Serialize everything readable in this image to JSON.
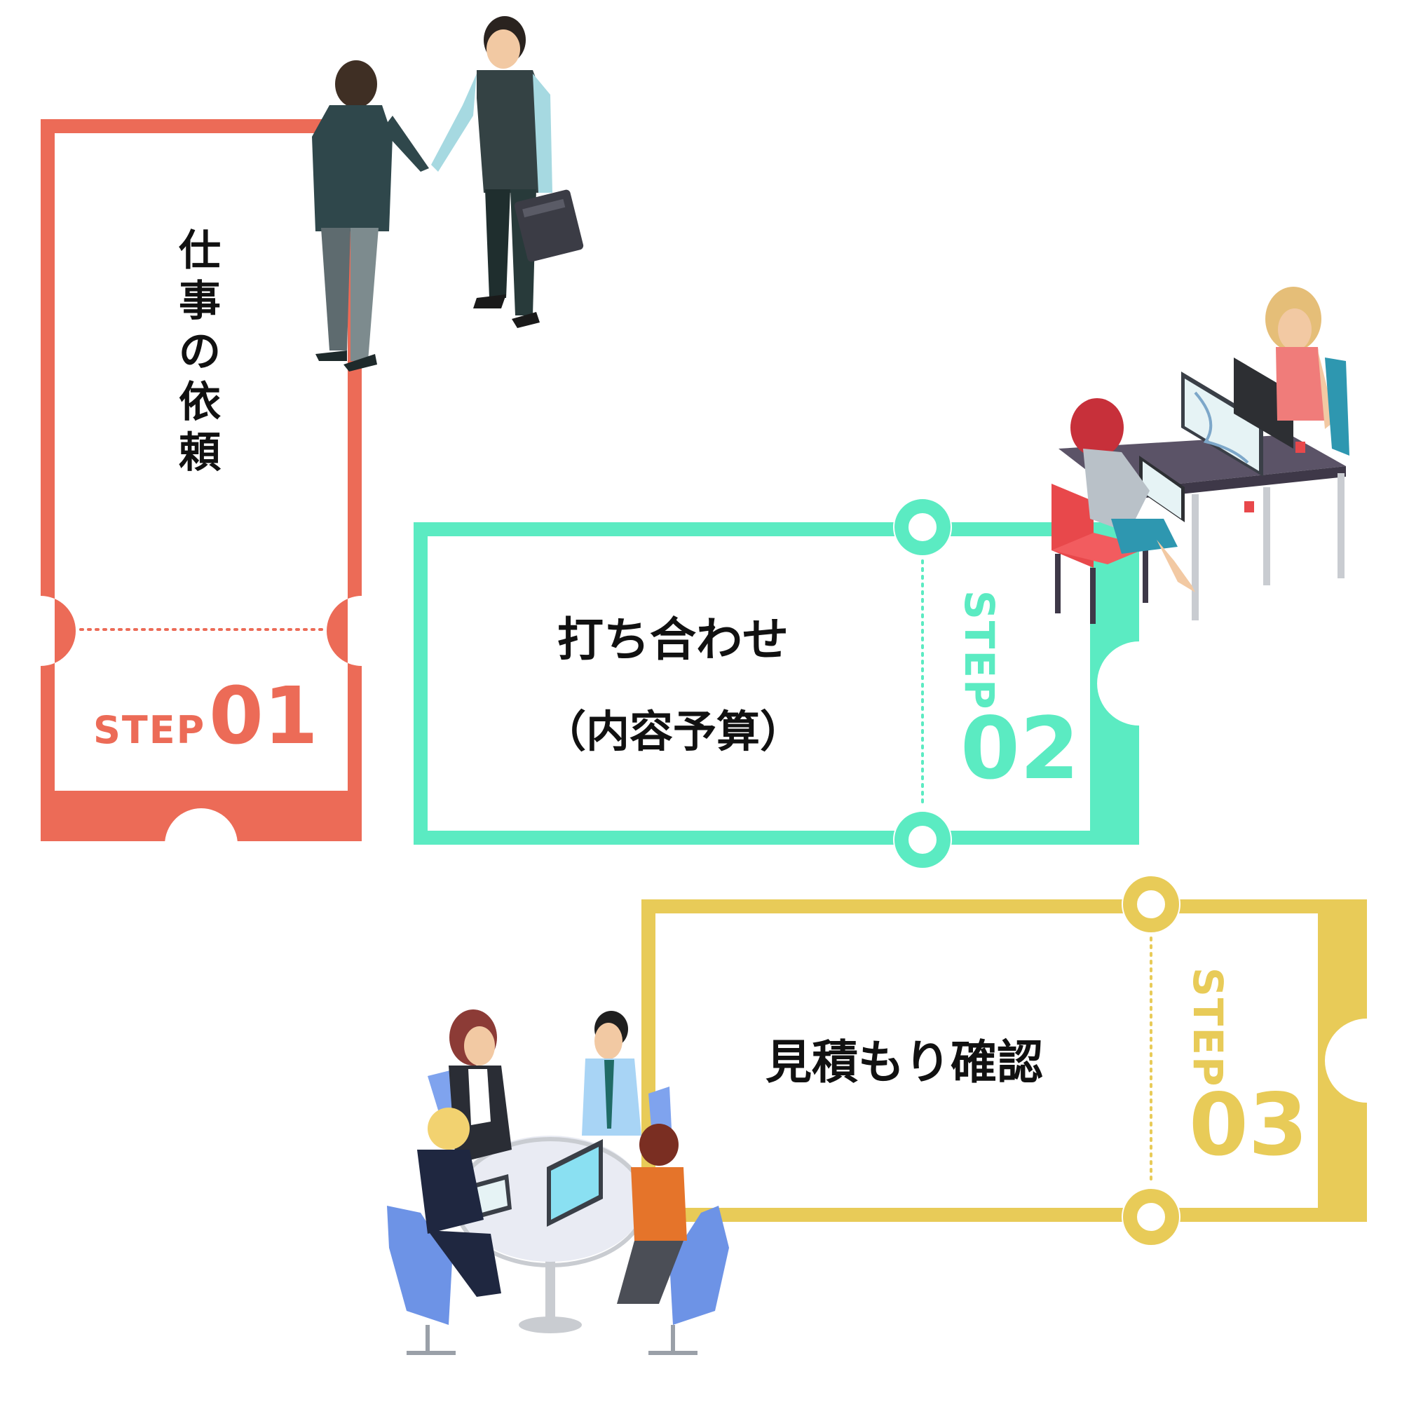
{
  "colors": {
    "step1": "#EC6B57",
    "step2": "#5BEBC2",
    "step3": "#E8CB58",
    "text": "#111111"
  },
  "steps": [
    {
      "word": "STEP",
      "number": "01",
      "label": "仕事の依頼",
      "figure": "handshake-businessmen"
    },
    {
      "word": "STEP",
      "number": "02",
      "label_line1": "打ち合わせ",
      "label_line2": "（内容予算）",
      "figure": "designers-at-desk"
    },
    {
      "word": "STEP",
      "number": "03",
      "label": "見積もり確認",
      "figure": "team-meeting-round-table"
    }
  ]
}
